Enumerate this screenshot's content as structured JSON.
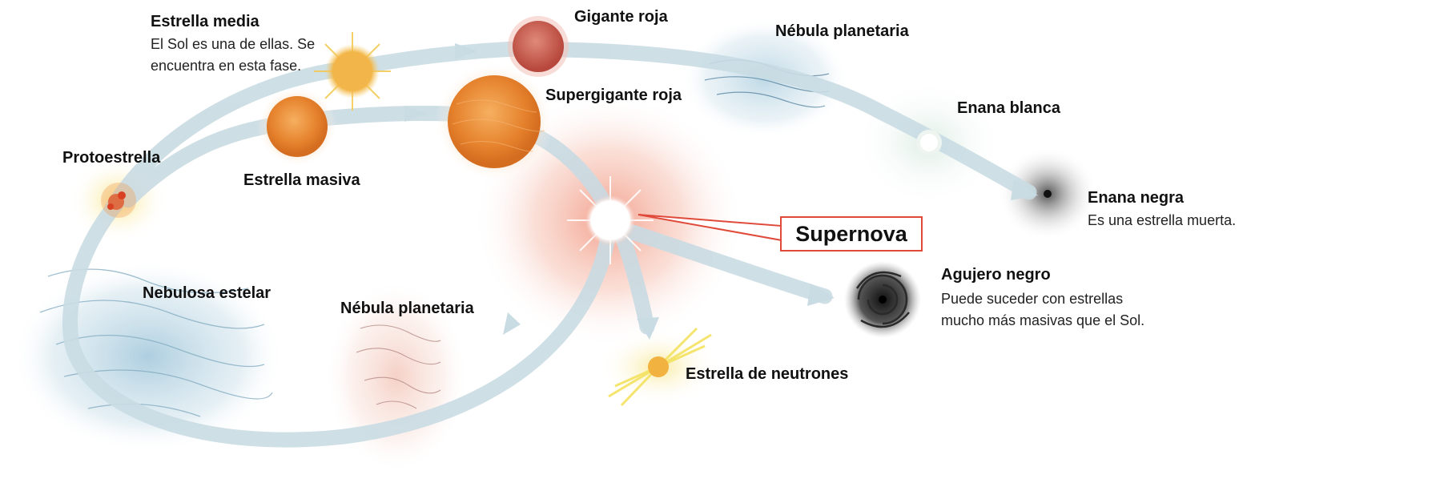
{
  "stages": {
    "estrella_media": {
      "title": "Estrella media",
      "desc": [
        "El Sol es una de ellas. Se",
        "encuentra en esta fase."
      ]
    },
    "gigante_roja": {
      "title": "Gigante roja"
    },
    "nebula_planetaria_top": {
      "title": "Nébula planetaria"
    },
    "supergigante_roja": {
      "title": "Supergigante roja"
    },
    "enana_blanca": {
      "title": "Enana blanca"
    },
    "protoestrella": {
      "title": "Protoestrella"
    },
    "estrella_masiva": {
      "title": "Estrella masiva"
    },
    "supernova": {
      "title": "Supernova"
    },
    "enana_negra": {
      "title": "Enana negra",
      "desc": [
        "Es una estrella muerta."
      ]
    },
    "agujero_negro": {
      "title": "Agujero negro",
      "desc": [
        "Puede suceder con estrellas",
        "mucho más masivas que el Sol."
      ]
    },
    "nebulosa_estelar": {
      "title": "Nebulosa estelar"
    },
    "nebula_planetaria_bottom": {
      "title": "Nébula planetaria"
    },
    "estrella_neutrones": {
      "title": "Estrella de neutrones"
    }
  },
  "colors": {
    "path": "#c9dbe3",
    "accent_box": "#e04a3a",
    "nebula_blue": "#9fc6da",
    "star_orange": "#e98a35",
    "glow_red": "#f3b3a0",
    "neutron_yellow": "#f3e27a"
  }
}
